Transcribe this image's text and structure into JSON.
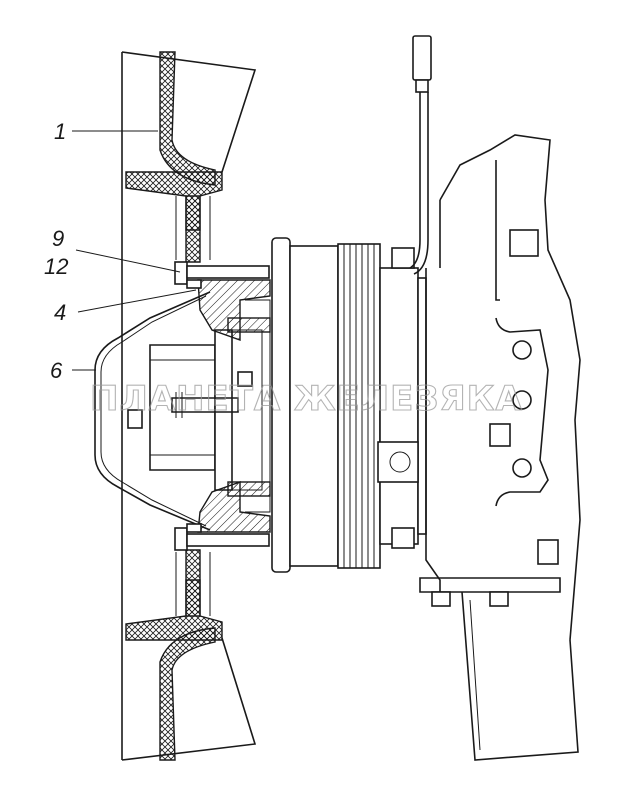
{
  "callouts": [
    {
      "id": "1",
      "label": "1"
    },
    {
      "id": "9",
      "label": "9"
    },
    {
      "id": "12",
      "label": "12"
    },
    {
      "id": "4",
      "label": "4"
    },
    {
      "id": "6",
      "label": "6"
    }
  ],
  "watermark": "ПЛАНЕТА ЖЕЛЕЗЯКА",
  "colors": {
    "line": "#1a1a1a",
    "watermark": "#9a9a9a",
    "background": "#ffffff"
  }
}
